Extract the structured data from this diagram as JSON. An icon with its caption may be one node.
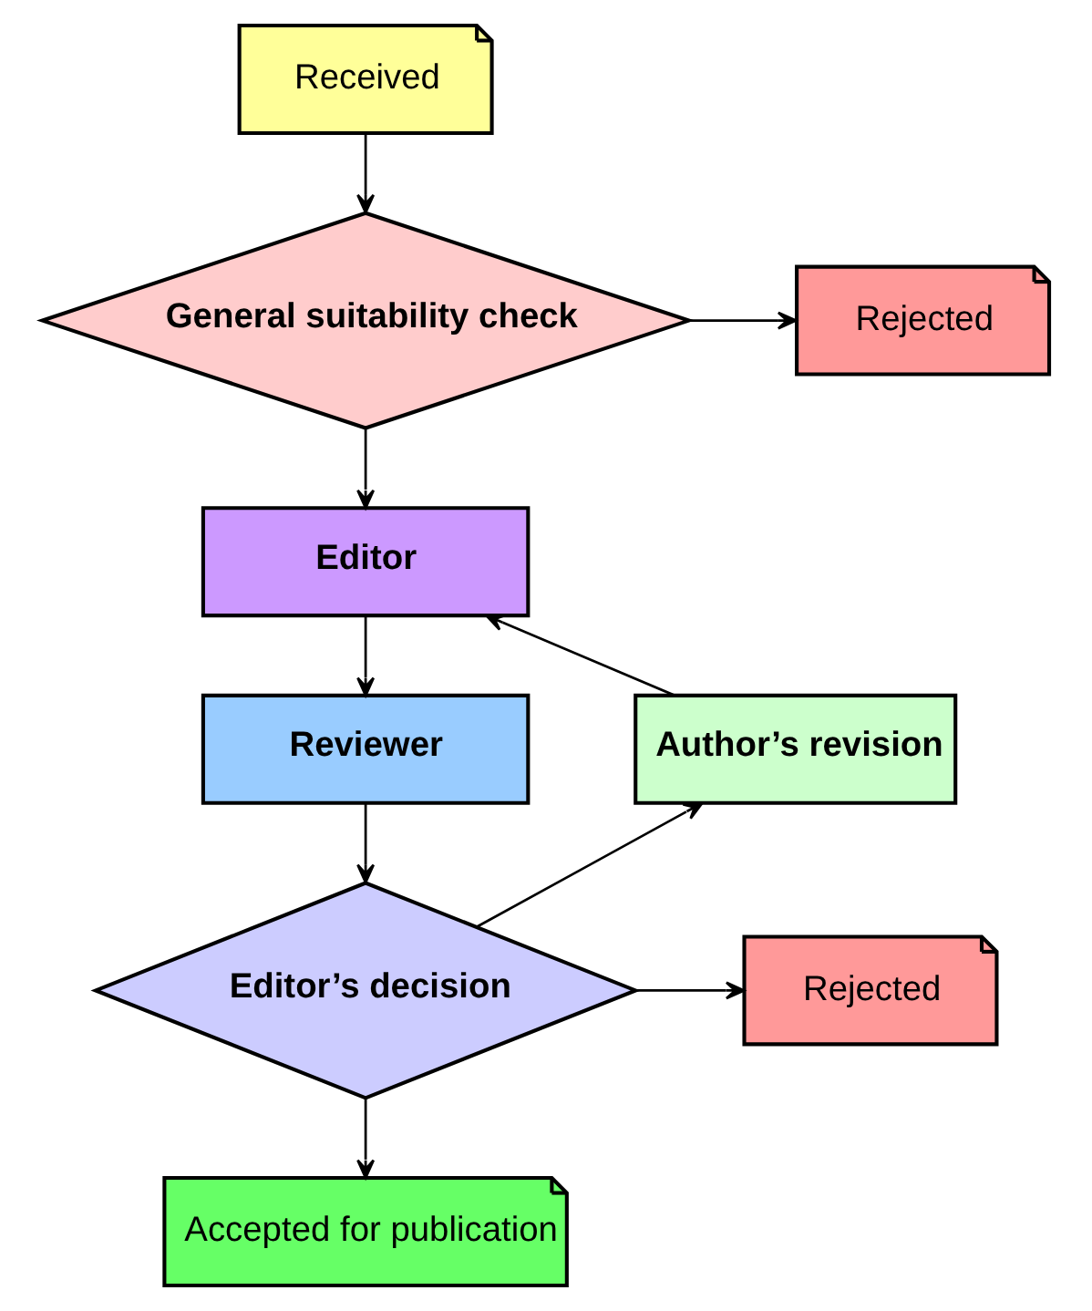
{
  "diagram": {
    "nodes": [
      {
        "text": [
          "Received"
        ]
      },
      {
        "text": [
          "General suitability check"
        ]
      },
      {
        "text": [
          "Rejected"
        ]
      },
      {
        "text": [
          "Editor"
        ]
      },
      {
        "text": [
          "Reviewer"
        ]
      },
      {
        "text": [
          "Editor’s decision"
        ]
      },
      {
        "text": [
          "Rejected"
        ]
      },
      {
        "text": [
          "Author’s revision"
        ]
      },
      {
        "text": [
          "Accepted for publication"
        ]
      }
    ],
    "edges": [
      {
        "from": 0,
        "to": 1,
        "arrow": "to"
      },
      {
        "from": 1,
        "to": 2,
        "arrow": "to"
      },
      {
        "from": 1,
        "to": 3,
        "arrow": "to"
      },
      {
        "from": 3,
        "to": 4,
        "arrow": "to"
      },
      {
        "from": 4,
        "to": 5,
        "arrow": "to"
      },
      {
        "from": 5,
        "to": 6,
        "arrow": "to"
      },
      {
        "from": 5,
        "to": 7,
        "arrow": "to"
      },
      {
        "from": 7,
        "to": 3,
        "arrow": "to"
      },
      {
        "from": 5,
        "to": 8,
        "arrow": "to"
      }
    ]
  }
}
